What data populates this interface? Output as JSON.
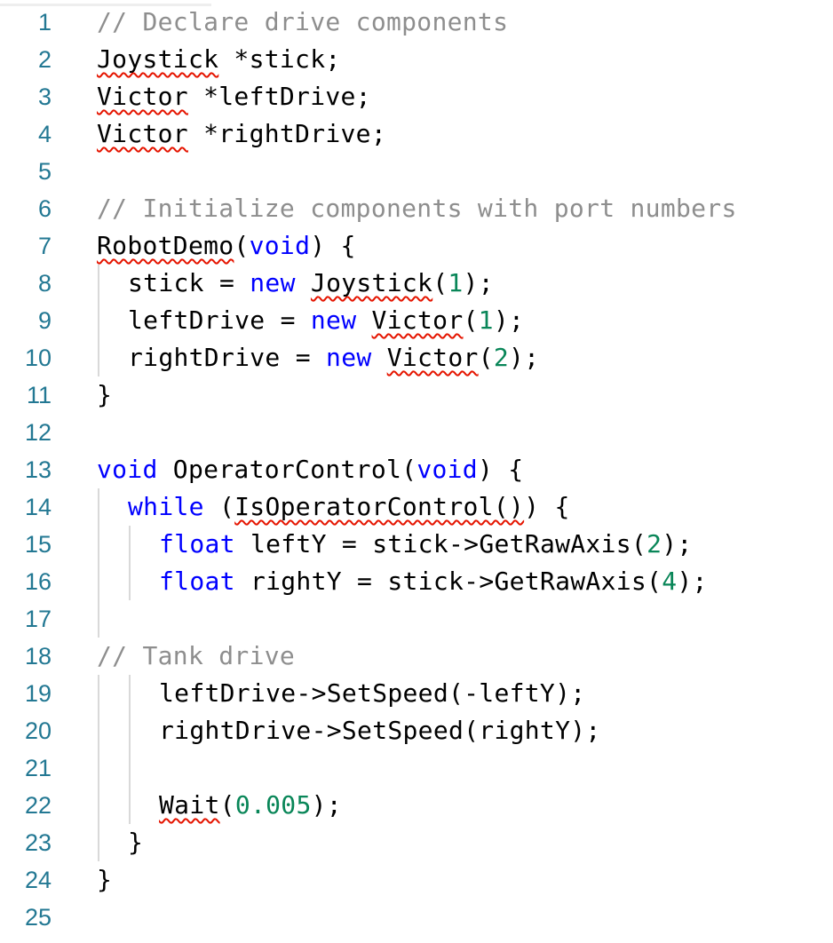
{
  "editor": {
    "lines": [
      {
        "num": "1",
        "indent": 0,
        "tokens": [
          {
            "t": "// Declare drive components",
            "k": "comment"
          }
        ]
      },
      {
        "num": "2",
        "indent": 0,
        "tokens": [
          {
            "t": "Joystick",
            "k": "plain",
            "err": true
          },
          {
            "t": " *stick;",
            "k": "plain"
          }
        ]
      },
      {
        "num": "3",
        "indent": 0,
        "tokens": [
          {
            "t": "Victor",
            "k": "plain",
            "err": true
          },
          {
            "t": " *leftDrive;",
            "k": "plain"
          }
        ]
      },
      {
        "num": "4",
        "indent": 0,
        "tokens": [
          {
            "t": "Victor",
            "k": "plain",
            "err": true
          },
          {
            "t": " *rightDrive;",
            "k": "plain"
          }
        ]
      },
      {
        "num": "5",
        "indent": 0,
        "tokens": []
      },
      {
        "num": "6",
        "indent": 0,
        "tokens": [
          {
            "t": "// Initialize components with port numbers",
            "k": "comment"
          }
        ]
      },
      {
        "num": "7",
        "indent": 0,
        "tokens": [
          {
            "t": "RobotDemo",
            "k": "plain",
            "err": true
          },
          {
            "t": "(",
            "k": "plain"
          },
          {
            "t": "void",
            "k": "kw"
          },
          {
            "t": ") {",
            "k": "plain"
          }
        ]
      },
      {
        "num": "8",
        "indent": 1,
        "tokens": [
          {
            "t": "stick = ",
            "k": "plain"
          },
          {
            "t": "new",
            "k": "kw"
          },
          {
            "t": " ",
            "k": "plain"
          },
          {
            "t": "Joystick",
            "k": "plain",
            "err": true
          },
          {
            "t": "(",
            "k": "plain"
          },
          {
            "t": "1",
            "k": "num"
          },
          {
            "t": ");",
            "k": "plain"
          }
        ]
      },
      {
        "num": "9",
        "indent": 1,
        "tokens": [
          {
            "t": "leftDrive = ",
            "k": "plain"
          },
          {
            "t": "new",
            "k": "kw"
          },
          {
            "t": " ",
            "k": "plain"
          },
          {
            "t": "Victor",
            "k": "plain",
            "err": true
          },
          {
            "t": "(",
            "k": "plain"
          },
          {
            "t": "1",
            "k": "num"
          },
          {
            "t": ");",
            "k": "plain"
          }
        ]
      },
      {
        "num": "10",
        "indent": 1,
        "tokens": [
          {
            "t": "rightDrive = ",
            "k": "plain"
          },
          {
            "t": "new",
            "k": "kw"
          },
          {
            "t": " ",
            "k": "plain"
          },
          {
            "t": "Victor",
            "k": "plain",
            "err": true
          },
          {
            "t": "(",
            "k": "plain"
          },
          {
            "t": "2",
            "k": "num"
          },
          {
            "t": ");",
            "k": "plain"
          }
        ]
      },
      {
        "num": "11",
        "indent": 0,
        "tokens": [
          {
            "t": "}",
            "k": "plain"
          }
        ]
      },
      {
        "num": "12",
        "indent": 0,
        "tokens": []
      },
      {
        "num": "13",
        "indent": 0,
        "tokens": [
          {
            "t": "void",
            "k": "kw"
          },
          {
            "t": " OperatorControl(",
            "k": "plain"
          },
          {
            "t": "void",
            "k": "kw"
          },
          {
            "t": ") {",
            "k": "plain"
          }
        ]
      },
      {
        "num": "14",
        "indent": 1,
        "tokens": [
          {
            "t": "while",
            "k": "kw"
          },
          {
            "t": " (",
            "k": "plain"
          },
          {
            "t": "IsOperatorControl()",
            "k": "plain",
            "err": true
          },
          {
            "t": ") {",
            "k": "plain"
          }
        ]
      },
      {
        "num": "15",
        "indent": 2,
        "tokens": [
          {
            "t": "float",
            "k": "kw"
          },
          {
            "t": " leftY = stick->GetRawAxis(",
            "k": "plain"
          },
          {
            "t": "2",
            "k": "num"
          },
          {
            "t": ");",
            "k": "plain"
          }
        ]
      },
      {
        "num": "16",
        "indent": 2,
        "tokens": [
          {
            "t": "float",
            "k": "kw"
          },
          {
            "t": " rightY = stick->GetRawAxis(",
            "k": "plain"
          },
          {
            "t": "4",
            "k": "num"
          },
          {
            "t": ");",
            "k": "plain"
          }
        ]
      },
      {
        "num": "17",
        "indent": 0,
        "tokens": []
      },
      {
        "num": "18",
        "indent": 0,
        "tokens": [
          {
            "t": "// Tank drive",
            "k": "comment"
          }
        ]
      },
      {
        "num": "19",
        "indent": 2,
        "tokens": [
          {
            "t": "leftDrive->SetSpeed(-leftY);",
            "k": "plain"
          }
        ]
      },
      {
        "num": "20",
        "indent": 2,
        "tokens": [
          {
            "t": "rightDrive->SetSpeed(rightY);",
            "k": "plain"
          }
        ]
      },
      {
        "num": "21",
        "indent": 0,
        "tokens": []
      },
      {
        "num": "22",
        "indent": 2,
        "tokens": [
          {
            "t": "Wait",
            "k": "plain",
            "err": true
          },
          {
            "t": "(",
            "k": "plain"
          },
          {
            "t": "0.005",
            "k": "num"
          },
          {
            "t": ");",
            "k": "plain"
          }
        ]
      },
      {
        "num": "23",
        "indent": 1,
        "tokens": [
          {
            "t": "}",
            "k": "plain"
          }
        ]
      },
      {
        "num": "24",
        "indent": 0,
        "tokens": [
          {
            "t": "}",
            "k": "plain"
          }
        ]
      },
      {
        "num": "25",
        "indent": 0,
        "tokens": []
      }
    ]
  },
  "colors": {
    "line_number": "#237893",
    "comment": "#8e8e8e",
    "keyword": "#0000ff",
    "number": "#098658",
    "plain": "#000000",
    "error_squiggle": "#e51400",
    "indent_guide": "#d9d9d9"
  }
}
